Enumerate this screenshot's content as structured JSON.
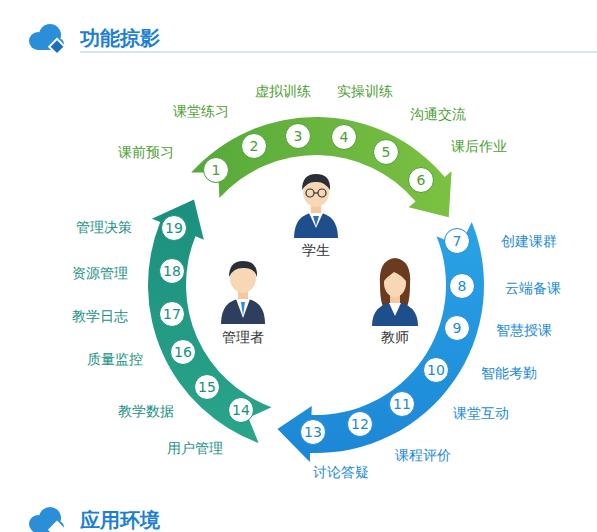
{
  "diagram": {
    "title": "功能掠影",
    "nodes": [
      {
        "text": [
          "1",
          "课前预习"
        ]
      },
      {
        "text": [
          "2",
          "课堂练习"
        ]
      },
      {
        "text": [
          "3",
          "虚拟训练"
        ]
      },
      {
        "text": [
          "4",
          "实操训练"
        ]
      },
      {
        "text": [
          "5",
          "沟通交流"
        ]
      },
      {
        "text": [
          "6",
          "课后作业"
        ]
      },
      {
        "text": [
          "7",
          "创建课群"
        ]
      },
      {
        "text": [
          "8",
          "云端备课"
        ]
      },
      {
        "text": [
          "9",
          "智慧授课"
        ]
      },
      {
        "text": [
          "10",
          "智能考勤"
        ]
      },
      {
        "text": [
          "11",
          "课堂互动"
        ]
      },
      {
        "text": [
          "12",
          "课程评价"
        ]
      },
      {
        "text": [
          "13",
          "讨论答疑"
        ]
      },
      {
        "text": [
          "14",
          "用户管理"
        ]
      },
      {
        "text": [
          "15",
          "教学数据"
        ]
      },
      {
        "text": [
          "16",
          "质量监控"
        ]
      },
      {
        "text": [
          "17",
          "教学日志"
        ]
      },
      {
        "text": [
          "18",
          "资源管理"
        ]
      },
      {
        "text": [
          "19",
          "管理决策"
        ]
      }
    ],
    "labels": [
      "学生",
      "教师",
      "管理者",
      "应用环境"
    ]
  }
}
